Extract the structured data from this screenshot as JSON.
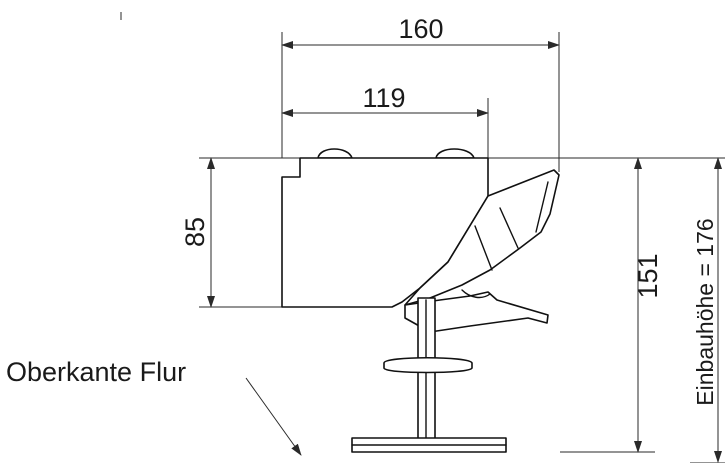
{
  "dimensions": {
    "width_total": "160",
    "width_inner": "119",
    "height_body": "85",
    "height_to_floor": "151",
    "installation_height": "Einbauhöhe = 176"
  },
  "labels": {
    "floor_edge": "Oberkante Flur"
  },
  "colors": {
    "line": "#111111",
    "dimension": "#2a2a2a",
    "background": "#ffffff"
  }
}
